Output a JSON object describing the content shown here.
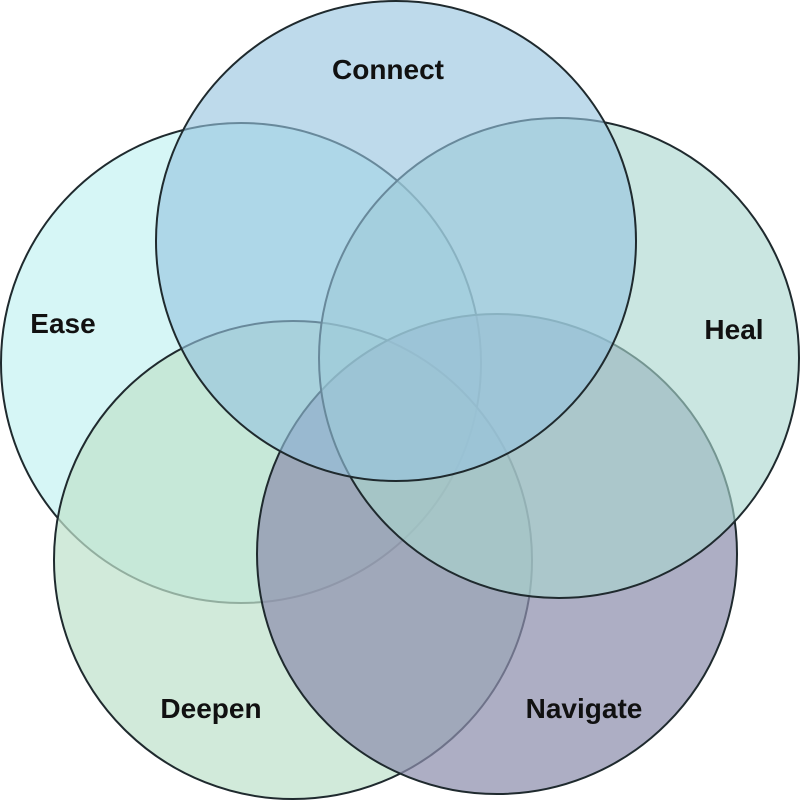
{
  "sets": [
    {
      "key": "ease",
      "label": "Ease",
      "color": "#c6f2f2"
    },
    {
      "key": "deepen",
      "label": "Deepen",
      "color": "#bfe2cc"
    },
    {
      "key": "navigate",
      "label": "Navigate",
      "color": "#8e8fad"
    },
    {
      "key": "heal",
      "label": "Heal",
      "color": "#a9d6cf"
    },
    {
      "key": "connect",
      "label": "Connect",
      "color": "#96c4de"
    }
  ]
}
